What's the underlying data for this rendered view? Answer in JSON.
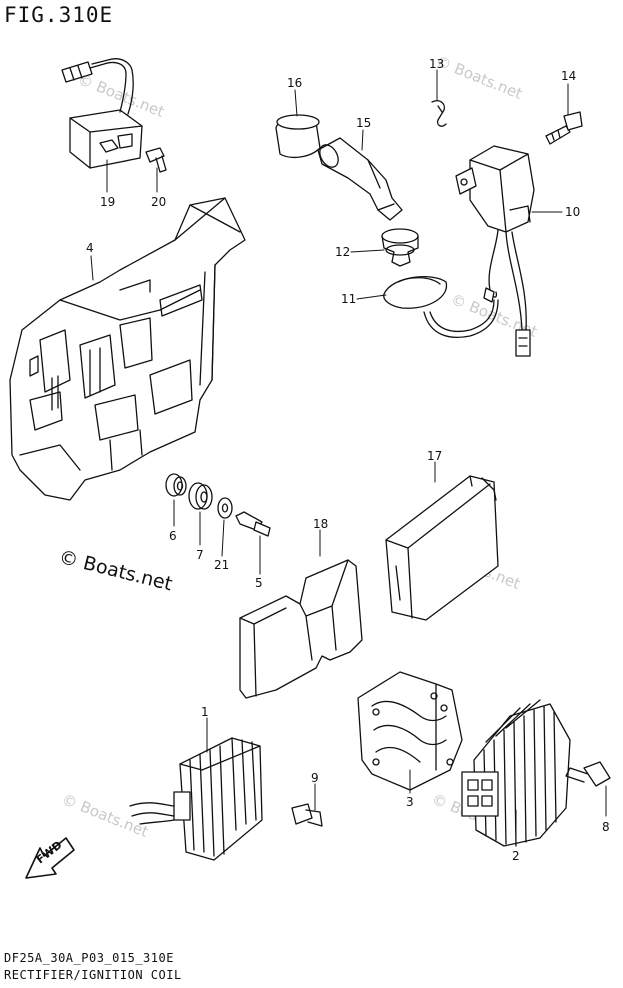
{
  "figure_title": "FIG.310E",
  "diagram_code": "DF25A_30A_P03_015_310E",
  "diagram_description": "RECTIFIER/IGNITION COIL",
  "copyright": "© Boats.net",
  "watermark": "© Boats.net",
  "fwd_label": "FWD",
  "callouts": [
    {
      "id": "1",
      "label": "1"
    },
    {
      "id": "2",
      "label": "2"
    },
    {
      "id": "3",
      "label": "3"
    },
    {
      "id": "4",
      "label": "4"
    },
    {
      "id": "5",
      "label": "5"
    },
    {
      "id": "6",
      "label": "6"
    },
    {
      "id": "7",
      "label": "7"
    },
    {
      "id": "8",
      "label": "8"
    },
    {
      "id": "9",
      "label": "9"
    },
    {
      "id": "10",
      "label": "10"
    },
    {
      "id": "11",
      "label": "11"
    },
    {
      "id": "12",
      "label": "12"
    },
    {
      "id": "13",
      "label": "13"
    },
    {
      "id": "14",
      "label": "14"
    },
    {
      "id": "15",
      "label": "15"
    },
    {
      "id": "16",
      "label": "16"
    },
    {
      "id": "17",
      "label": "17"
    },
    {
      "id": "18",
      "label": "18"
    },
    {
      "id": "19",
      "label": "19"
    },
    {
      "id": "20",
      "label": "20"
    },
    {
      "id": "21",
      "label": "21"
    }
  ]
}
